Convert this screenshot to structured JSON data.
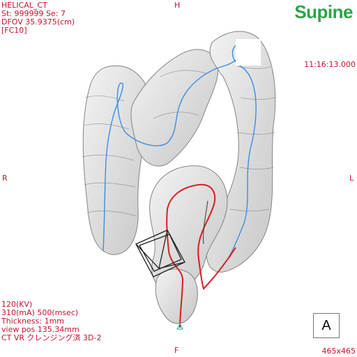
{
  "info_top_left": {
    "line1": "HELICAL_CT",
    "line2": "St: 999999 Se: 7",
    "line3": "DFOV 35.9375(cm)",
    "line4": "[FC10]"
  },
  "orientation": {
    "top": "H",
    "bottom": "F",
    "left": "R",
    "right": "L"
  },
  "position_label": "Supine",
  "time": "11:16:13.000",
  "info_bottom_left": {
    "line1": "120(KV)",
    "line2": "310(mA) 500(msec)",
    "line3": "Thickness: 1mm",
    "line4": "view pos 135.34mm",
    "line5": "CT VR クレンジング済 3D-2"
  },
  "orientation_cube_label": "A",
  "matrix": "465x465",
  "colors": {
    "overlay_text": "#c8102e",
    "position_label": "#2fa24a",
    "centerline_blue": "#3a8ee0",
    "centerline_red": "#d81e1e",
    "colon_fill": "#d9d9d9"
  }
}
